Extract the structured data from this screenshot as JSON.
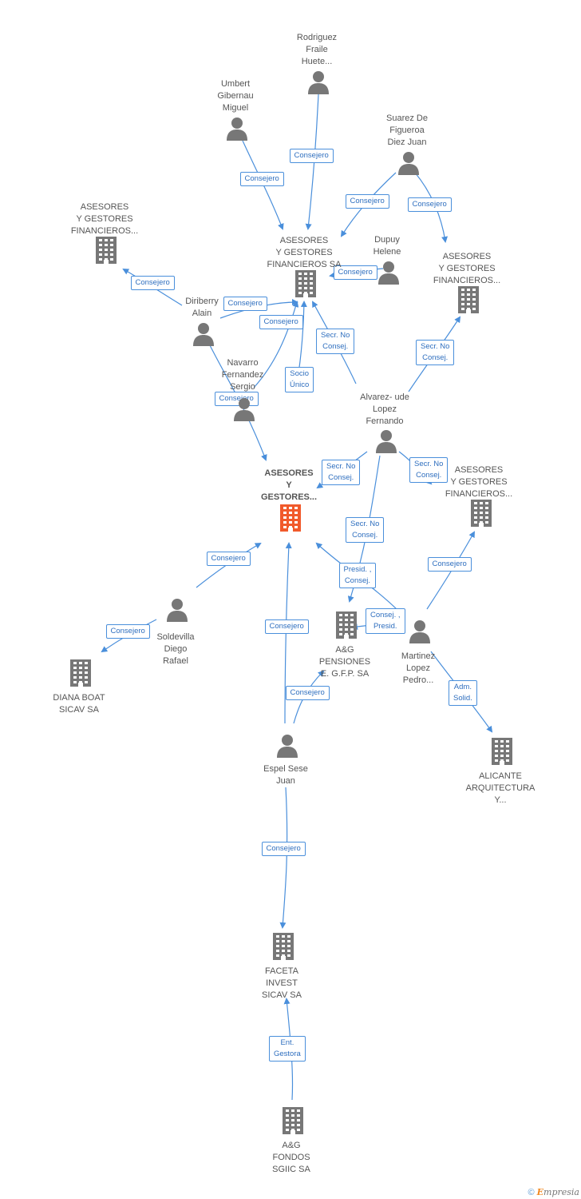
{
  "colors": {
    "edge": "#4a8fdb",
    "node": "#777777",
    "focus": "#f15a2b"
  },
  "nodes": [
    {
      "id": "rodriguez",
      "type": "person",
      "label": "Rodriguez\nFraile\nHuete..."
    },
    {
      "id": "umbert",
      "type": "person",
      "label": "Umbert\nGibernau\nMiguel"
    },
    {
      "id": "suarez",
      "type": "person",
      "label": "Suarez De\nFigueroa\nDiez Juan"
    },
    {
      "id": "ag_fin_left",
      "type": "company",
      "label": "ASESORES\nY GESTORES\nFINANCIEROS..."
    },
    {
      "id": "ag_fin_sa",
      "type": "company",
      "label": "ASESORES\nY GESTORES\nFINANCIEROS SA"
    },
    {
      "id": "dupuy",
      "type": "person",
      "label": "Dupuy\nHelene"
    },
    {
      "id": "ag_fin_right",
      "type": "company",
      "label": "ASESORES\nY GESTORES\nFINANCIEROS..."
    },
    {
      "id": "diriberry",
      "type": "person",
      "label": "Diriberry\nAlain"
    },
    {
      "id": "navarro",
      "type": "person",
      "label": "Navarro\nFernandez\nSergio"
    },
    {
      "id": "alvarez",
      "type": "person",
      "label": "Alvarez- ude\nLopez\nFernando"
    },
    {
      "id": "main",
      "type": "company-focus",
      "label": "ASESORES\nY\nGESTORES..."
    },
    {
      "id": "ag_fin_mid_right",
      "type": "company",
      "label": "ASESORES\nY GESTORES\nFINANCIEROS..."
    },
    {
      "id": "soldevilla",
      "type": "person",
      "label": "Soldevilla\nDiego\nRafael"
    },
    {
      "id": "diana",
      "type": "company",
      "label": "DIANA BOAT\nSICAV SA"
    },
    {
      "id": "ag_pensiones",
      "type": "company",
      "label": "A&G\nPENSIONES\nE. G.F.P. SA"
    },
    {
      "id": "martinez",
      "type": "person",
      "label": "Martinez\nLopez\nPedro..."
    },
    {
      "id": "alicante",
      "type": "company",
      "label": "ALICANTE\nARQUITECTURA\nY..."
    },
    {
      "id": "espel",
      "type": "person",
      "label": "Espel Sese\nJuan"
    },
    {
      "id": "faceta",
      "type": "company",
      "label": "FACETA\nINVEST\nSICAV SA"
    },
    {
      "id": "ag_fondos",
      "type": "company",
      "label": "A&G\nFONDOS\nSGIIC SA"
    }
  ],
  "edges": [
    {
      "from": "rodriguez",
      "to": "ag_fin_sa",
      "label": "Consejero"
    },
    {
      "from": "umbert",
      "to": "ag_fin_sa",
      "label": "Consejero"
    },
    {
      "from": "suarez",
      "to": "ag_fin_sa",
      "label": "Consejero"
    },
    {
      "from": "suarez",
      "to": "ag_fin_right",
      "label": "Consejero"
    },
    {
      "from": "dupuy",
      "to": "ag_fin_sa",
      "label": "Consejero"
    },
    {
      "from": "diriberry",
      "to": "ag_fin_left",
      "label": "Consejero"
    },
    {
      "from": "diriberry",
      "to": "ag_fin_sa",
      "label": "Consejero"
    },
    {
      "from": "navarro",
      "to": "ag_fin_sa",
      "label": "Consejero"
    },
    {
      "from": "alvarez",
      "to": "ag_fin_sa",
      "label": "Secr. No\nConsej."
    },
    {
      "from": "alvarez",
      "to": "ag_fin_right",
      "label": "Secr. No\nConsej."
    },
    {
      "from": "main",
      "to": "ag_fin_sa",
      "label": "Socio\nÚnico"
    },
    {
      "from": "diriberry",
      "to": "main",
      "label": "Consejero"
    },
    {
      "from": "alvarez",
      "to": "main",
      "label": "Secr. No\nConsej."
    },
    {
      "from": "alvarez",
      "to": "ag_fin_mid_right",
      "label": "Secr. No\nConsej."
    },
    {
      "from": "alvarez",
      "to": "ag_pensiones",
      "label": "Secr. No\nConsej."
    },
    {
      "from": "soldevilla",
      "to": "main",
      "label": "Consejero"
    },
    {
      "from": "soldevilla",
      "to": "diana",
      "label": "Consejero"
    },
    {
      "from": "martinez",
      "to": "main",
      "label": "Presid. ,\nConsej."
    },
    {
      "from": "martinez",
      "to": "ag_pensiones",
      "label": "Consej. ,\nPresid."
    },
    {
      "from": "martinez",
      "to": "ag_fin_mid_right",
      "label": "Consejero"
    },
    {
      "from": "martinez",
      "to": "alicante",
      "label": "Adm.\nSolid."
    },
    {
      "from": "espel",
      "to": "main",
      "label": "Consejero"
    },
    {
      "from": "espel",
      "to": "ag_pensiones",
      "label": "Consejero"
    },
    {
      "from": "espel",
      "to": "faceta",
      "label": "Consejero"
    },
    {
      "from": "ag_fondos",
      "to": "faceta",
      "label": "Ent.\nGestora"
    }
  ],
  "footer": {
    "copyright": "©",
    "brand_e": "E",
    "brand_rest": "mpresia"
  }
}
